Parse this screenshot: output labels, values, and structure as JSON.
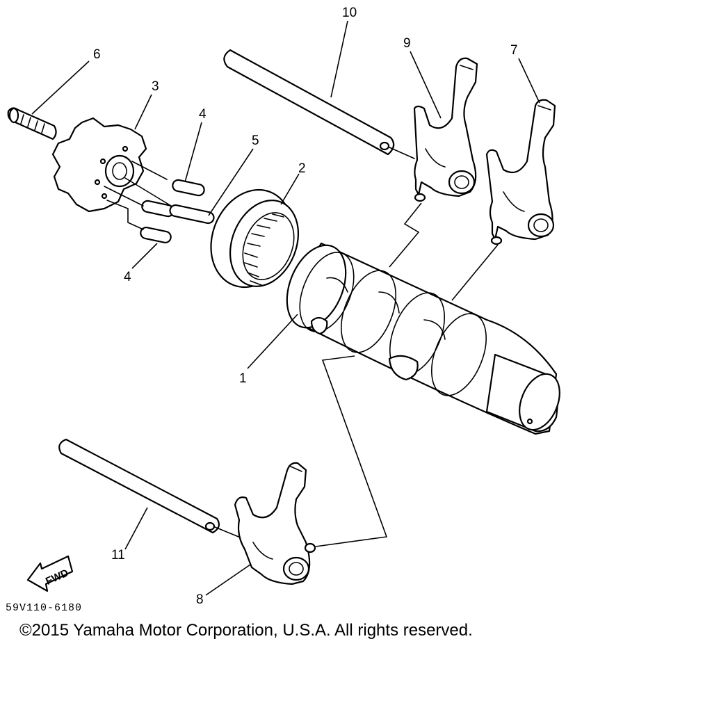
{
  "callouts": {
    "p1": "1",
    "p2": "2",
    "p3": "3",
    "p4a": "4",
    "p4b": "4",
    "p5": "5",
    "p6": "6",
    "p7": "7",
    "p8": "8",
    "p9": "9",
    "p10": "10",
    "p11": "11"
  },
  "fwd_label": "FWD",
  "diagram_code": "59V110-6180",
  "copyright": "©2015 Yamaha Motor Corporation, U.S.A. All rights reserved.",
  "colors": {
    "ink": "#000000",
    "paper": "#ffffff"
  }
}
